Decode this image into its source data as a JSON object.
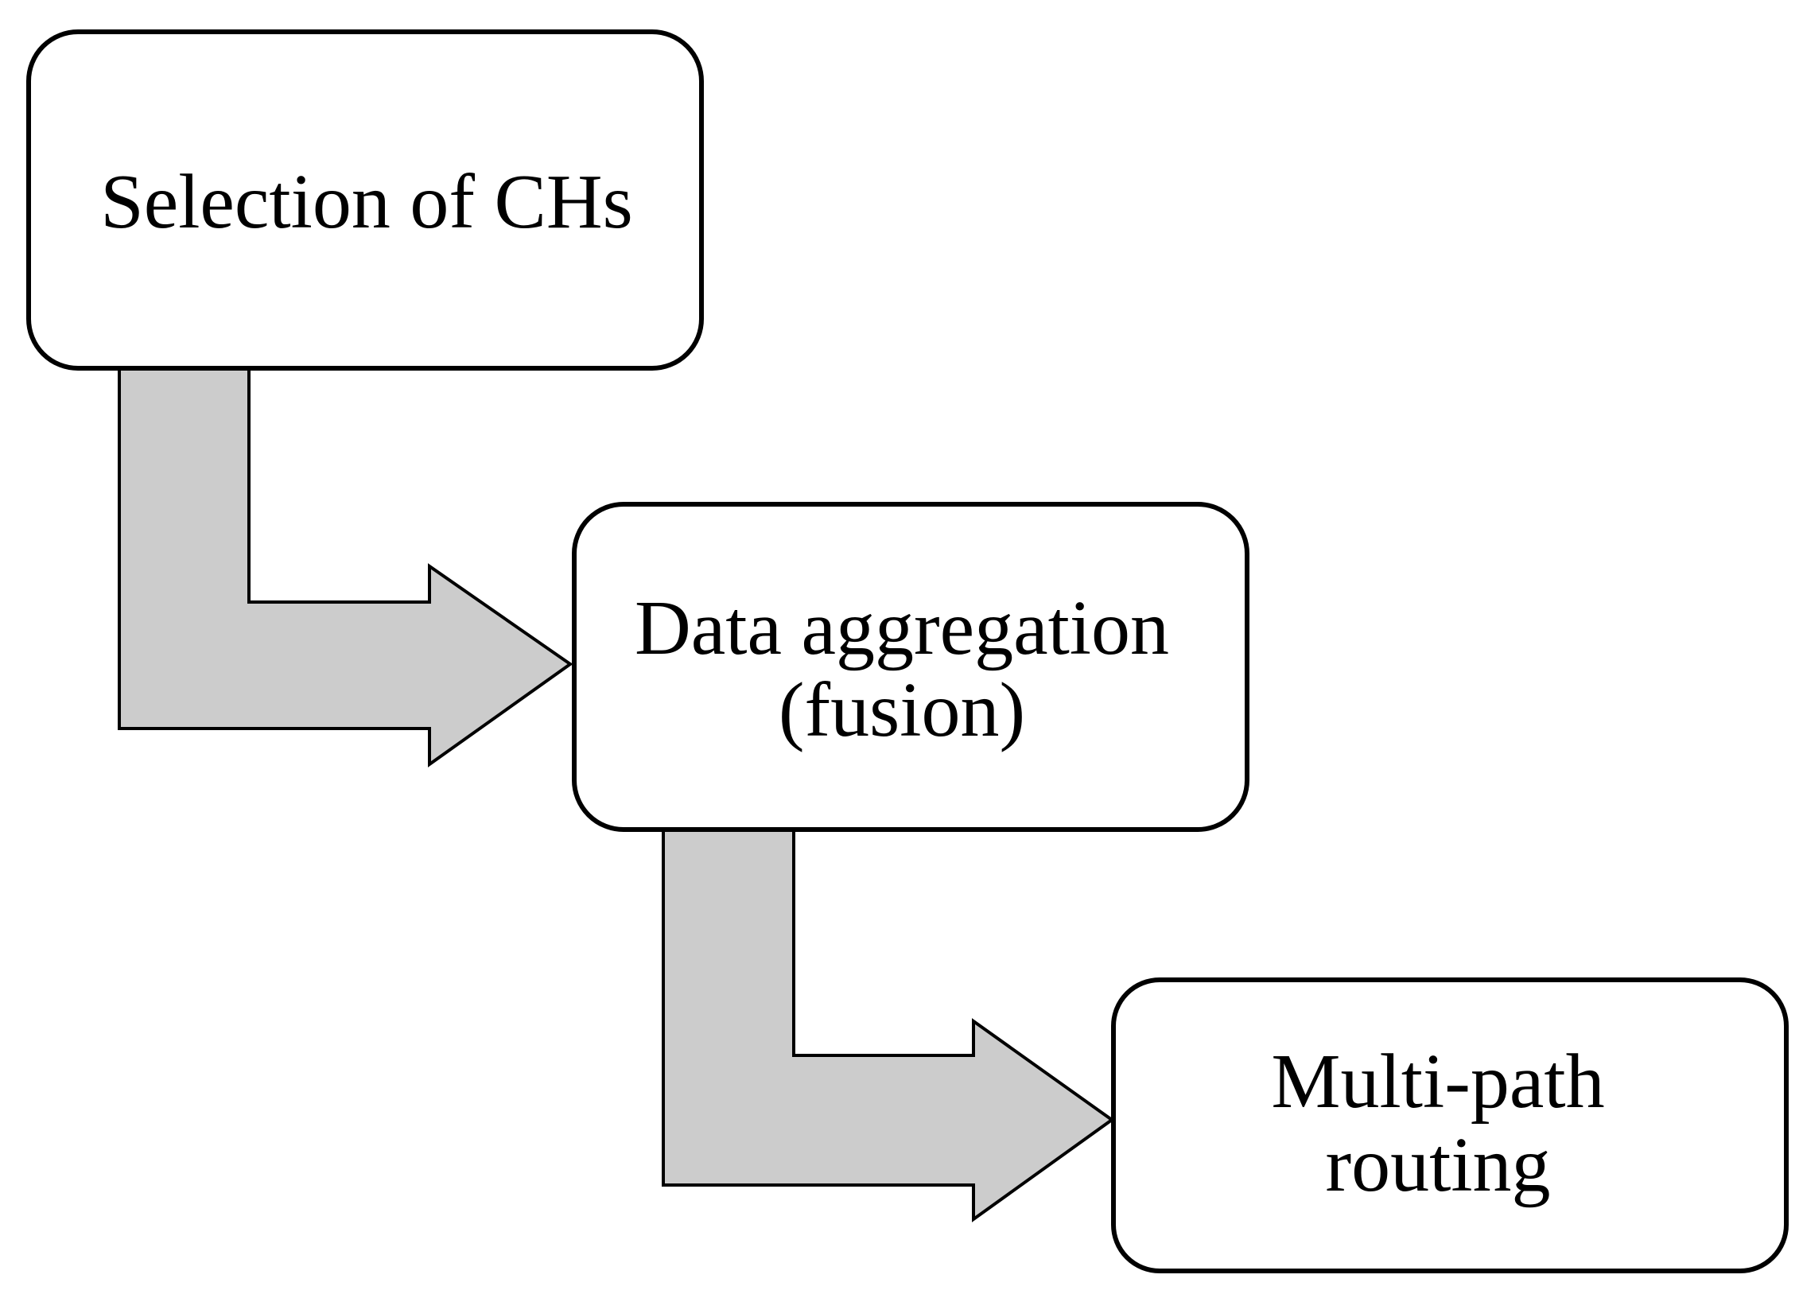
{
  "diagram": {
    "type": "flowchart",
    "colors": {
      "box_fill": "#ffffff",
      "box_stroke": "#000000",
      "arrow_fill": "#cccccc",
      "arrow_stroke": "#000000",
      "text": "#000000"
    },
    "nodes": [
      {
        "id": "selection",
        "lines": [
          "Selection of CHs"
        ]
      },
      {
        "id": "aggregation",
        "lines": [
          "Data aggregation",
          "(fusion)"
        ]
      },
      {
        "id": "routing",
        "lines": [
          "Multi-path",
          "routing"
        ]
      }
    ],
    "edges": [
      {
        "from": "selection",
        "to": "aggregation",
        "style": "block-elbow-arrow"
      },
      {
        "from": "aggregation",
        "to": "routing",
        "style": "block-elbow-arrow"
      }
    ]
  }
}
